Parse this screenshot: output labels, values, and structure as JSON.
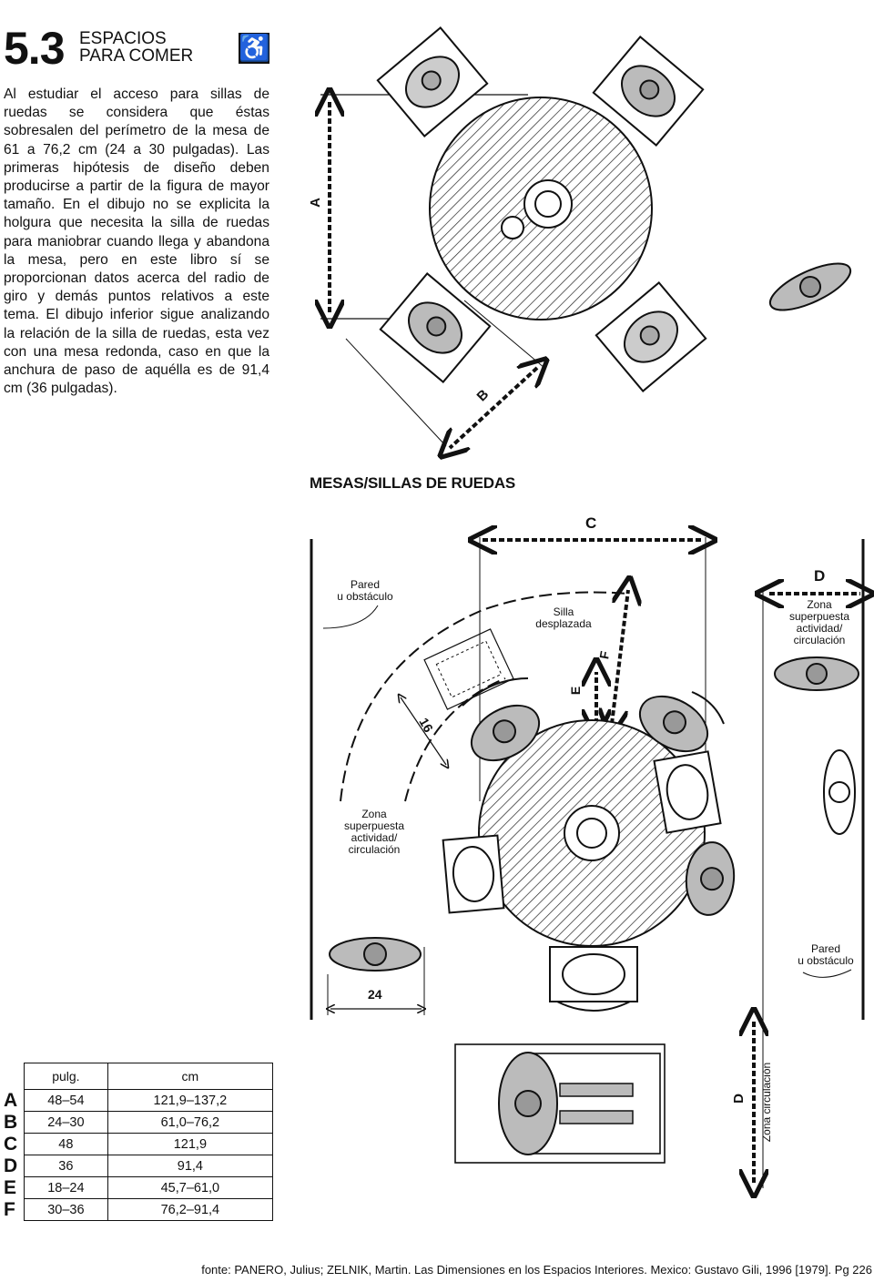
{
  "header": {
    "section_number": "5.3",
    "section_title_line1": "ESPACIOS",
    "section_title_line2": "PARA COMER",
    "accessibility_icon": "wheelchair-icon"
  },
  "intro_text": "Al estudiar el acceso para sillas de ruedas se considera que éstas sobresalen del perímetro de la mesa de 61 a 76,2 cm (24 a 30 pulgadas). Las primeras hipótesis de diseño deben producirse a partir de la figura de mayor tamaño. En el dibujo no se explicita la holgura que necesita la silla de ruedas para maniobrar cuando llega y abandona la mesa, pero en este libro sí se proporcionan datos acerca del radio de giro y demás puntos relativos a este tema. El dibujo inferior sigue analizando la relación de la silla de ruedas, esta vez con una mesa redonda, caso en que la anchura de paso de aquélla es de 91,4 cm (36 pulgadas).",
  "diagram": {
    "caption": "MESAS/SILLAS DE RUEDAS",
    "labels": {
      "a": "A",
      "b": "B",
      "c": "C",
      "d_top": "D",
      "d_bottom": "D",
      "e": "E",
      "f": "F",
      "sixteen": "16",
      "twenty_four": "24",
      "wall_left_1": "Pared",
      "wall_left_2": "u obstáculo",
      "wall_right_1": "Pared",
      "wall_right_2": "u obstáculo",
      "moved_chair_1": "Silla",
      "moved_chair_2": "desplazada",
      "zone_right_1": "Zona",
      "zone_right_2": "superpuesta",
      "zone_right_3": "actividad/",
      "zone_right_4": "circulación",
      "zone_left_1": "Zona",
      "zone_left_2": "superpuesta",
      "zone_left_3": "actividad/",
      "zone_left_4": "circulación",
      "circulation_zone": "Zona circulación"
    }
  },
  "table": {
    "headers": [
      "pulg.",
      "cm"
    ],
    "rows": [
      {
        "key": "A",
        "in": "48–54",
        "cm": "121,9–137,2"
      },
      {
        "key": "B",
        "in": "24–30",
        "cm": "61,0–76,2"
      },
      {
        "key": "C",
        "in": "48",
        "cm": "121,9"
      },
      {
        "key": "D",
        "in": "36",
        "cm": "91,4"
      },
      {
        "key": "E",
        "in": "18–24",
        "cm": "45,7–61,0"
      },
      {
        "key": "F",
        "in": "30–36",
        "cm": "76,2–91,4"
      }
    ]
  },
  "footer": "fonte: PANERO, Julius; ZELNIK, Martin. Las Dimensiones en los Espacios Interiores. Mexico: Gustavo Gili, 1996 [1979]. Pg 226"
}
